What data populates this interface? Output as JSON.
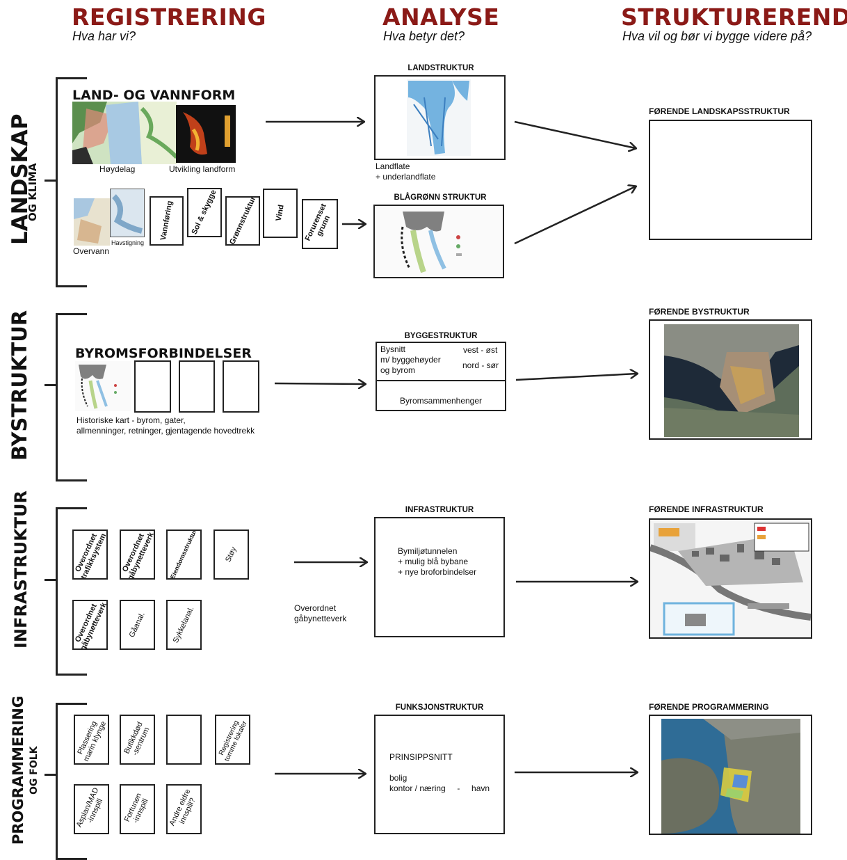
{
  "columns": [
    {
      "title": "REGISTRERING",
      "subtitle": "Hva har vi?"
    },
    {
      "title": "ANALYSE",
      "subtitle": "Hva betyr det?"
    },
    {
      "title": "STRUKTURERENDE",
      "subtitle": "Hva vil og bør vi bygge videre på?"
    }
  ],
  "rows": {
    "landskap": {
      "title": "LANDSKAP",
      "subtitle": "OG KLIMA",
      "section_title": "LAND- OG VANNFORM",
      "map_labels": [
        "Høydelag",
        "Utvikling landform"
      ],
      "small_labels": [
        "Havstigning",
        "Overvann"
      ],
      "cards": [
        "Vannføring",
        "Sol & skygge",
        "Grønnstruktur",
        "Vind",
        "Forurenset\ngrunn"
      ],
      "analysis": [
        {
          "title": "LANDSTRUKTUR",
          "note_1": "Landflate",
          "note_2": "+ underlandflate"
        },
        {
          "title": "BLÅGRØNN STRUKTUR"
        }
      ],
      "result_title": "FØRENDE LANDSKAPSSTRUKTUR"
    },
    "bystruktur": {
      "title": "BYSTRUKTUR",
      "section_title": "BYROMSFORBINDELSER",
      "caption_1": "Historiske kart - byrom, gater,",
      "caption_2": "allmenninger, retninger, gjentagende hovedtrekk",
      "analysis_title": "BYGGESTRUKTUR",
      "analysis_left_1": "Bysnitt",
      "analysis_left_2": "m/ byggehøyder",
      "analysis_left_3": "og byrom",
      "analysis_right_1": "vest  -  øst",
      "analysis_right_2": "nord  -  sør",
      "analysis_bottom": "Byromsammenhenger",
      "result_title": "FØRENDE BYSTRUKTUR"
    },
    "infrastruktur": {
      "title": "INFRASTRUKTUR",
      "cards_row1": [
        "Overordnet\ntrafikksystem",
        "Overordnet\ngåbynetteverk",
        "Eiendomsstruktur",
        "Støy"
      ],
      "cards_row2": [
        "Overordnet\ngåbynetteverk",
        "Gåanal.",
        "Sykkelanal."
      ],
      "note_1": "Overordnet",
      "note_2": "gåbynetteverk",
      "analysis_title": "INFRASTRUKTUR",
      "analysis_1": "Bymiljøtunnelen",
      "analysis_2": "+ mulig blå bybane",
      "analysis_3": "+ nye broforbindelser",
      "result_title": "FØRENDE INFRASTRUKTUR"
    },
    "programmering": {
      "title": "PROGRAMMERING",
      "subtitle": "OG FOLK",
      "cards_row1": [
        "Plassering\nmarin klynge",
        "Butikkdød\n-sentrum",
        "",
        "Registrering\ntomme lokaler"
      ],
      "cards_row2": [
        "Asplan/MAD\n-innspill",
        "Fortunen\n-innspill",
        "Andre eldre\ninnspill?"
      ],
      "analysis_title": "FUNKSJONSTRUKTUR",
      "analysis_1": "PRINSIPPSNITT",
      "analysis_2": "bolig",
      "analysis_3": "kontor / næring     -     havn",
      "result_title": "FØRENDE PROGRAMMERING"
    }
  },
  "colors": {
    "heading": "#8b1a17",
    "water_blue": "#3c8fd1",
    "land_gray": "#7f7f7f"
  }
}
